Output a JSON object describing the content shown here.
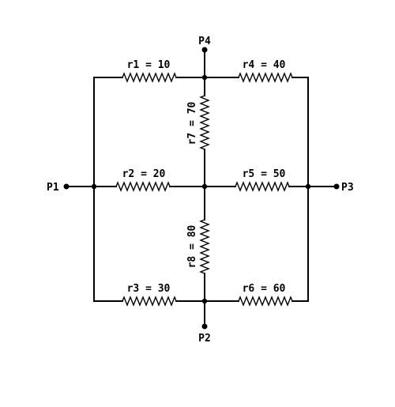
{
  "ports": {
    "p1": "P1",
    "p2": "P2",
    "p3": "P3",
    "p4": "P4"
  },
  "resistors": {
    "r1": "r1 = 10",
    "r2": "r2 = 20",
    "r3": "r3 = 30",
    "r4": "r4 = 40",
    "r5": "r5 = 50",
    "r6": "r6 = 60",
    "r7": "r7 = 70",
    "r8": "r8 = 80"
  }
}
